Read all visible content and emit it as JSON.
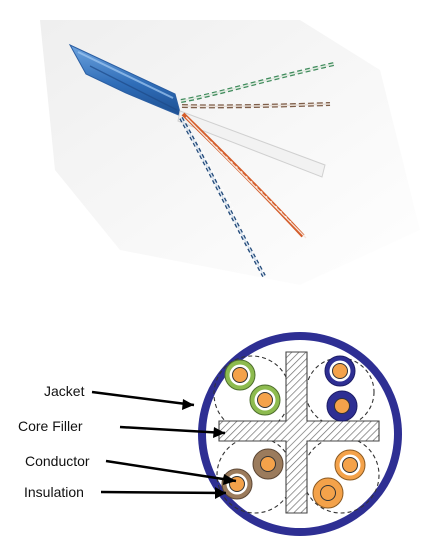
{
  "labels": {
    "jacket": "Jacket",
    "core_filler": "Core Filler",
    "conductor": "Conductor",
    "insulation": "Insulation"
  },
  "colors": {
    "jacket_blue": "#2e2f93",
    "cable_blue": "#3a79c4",
    "green": "#8dbb4f",
    "orange": "#f4a24a",
    "brown": "#9b7b5c",
    "blue_pair": "#2e2f93",
    "filler_hatch": "#7a7a7a"
  },
  "icons": {
    "cable_photo": "cat6-cable-icon",
    "cross_section": "cable-cross-section-icon"
  }
}
